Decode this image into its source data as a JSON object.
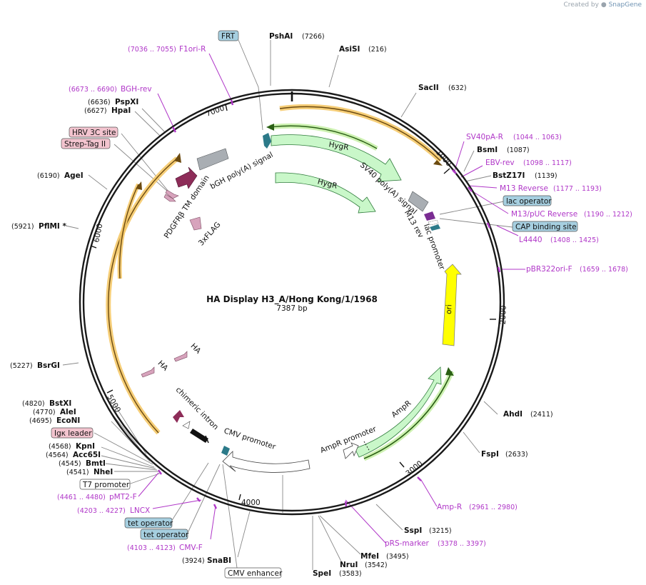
{
  "credit": {
    "created_by": "Created by",
    "brand": "SnapGene"
  },
  "plasmid": {
    "name": "HA Display H3_A/Hong Kong/1/1968",
    "length": "7387 bp"
  },
  "ticks": [
    "1000",
    "2000",
    "3000",
    "4000",
    "5000",
    "6000",
    "7000"
  ],
  "sites": [
    {
      "name": "PshAI",
      "pos": "(7266)"
    },
    {
      "name": "AsiSI",
      "pos": "(216)"
    },
    {
      "name": "SacII",
      "pos": "(632)"
    },
    {
      "name": "BsmI",
      "pos": "(1087)"
    },
    {
      "name": "BstZ17I",
      "pos": "(1139)"
    },
    {
      "name": "AhdI",
      "pos": "(2411)"
    },
    {
      "name": "FspI",
      "pos": "(2633)"
    },
    {
      "name": "SspI",
      "pos": "(3215)"
    },
    {
      "name": "MfeI",
      "pos": "(3495)"
    },
    {
      "name": "NruI",
      "pos": "(3542)"
    },
    {
      "name": "SpeI",
      "pos": "(3583)"
    },
    {
      "name": "SnaBI",
      "pos": "(3924)"
    },
    {
      "name": "BsrGI",
      "pos": "(5227)"
    },
    {
      "name": "PflMI *",
      "pos": "(5921)"
    },
    {
      "name": "AgeI",
      "pos": "(6190)"
    },
    {
      "name": "PspXI",
      "pos": "(6636)"
    },
    {
      "name": "HpaI",
      "pos": "(6627)"
    },
    {
      "name": "BstXI",
      "pos": "(4820)"
    },
    {
      "name": "AleI",
      "pos": "(4770)"
    },
    {
      "name": "EcoNI",
      "pos": "(4695)"
    },
    {
      "name": "KpnI",
      "pos": "(4568)"
    },
    {
      "name": "Acc65I",
      "pos": "(4564)"
    },
    {
      "name": "BmtI",
      "pos": "(4545)"
    },
    {
      "name": "NheI",
      "pos": "(4541)"
    }
  ],
  "primers": [
    {
      "name": "F1ori-R",
      "pos": "(7036 .. 7055)"
    },
    {
      "name": "BGH-rev",
      "pos": "(6673 .. 6690)"
    },
    {
      "name": "SV40pA-R",
      "pos": "(1044 .. 1063)"
    },
    {
      "name": "EBV-rev",
      "pos": "(1098 .. 1117)"
    },
    {
      "name": "M13 Reverse",
      "pos": "(1177 .. 1193)"
    },
    {
      "name": "M13/pUC Reverse",
      "pos": "(1190 .. 1212)"
    },
    {
      "name": "L4440",
      "pos": "(1408 .. 1425)"
    },
    {
      "name": "pBR322ori-F",
      "pos": "(1659 .. 1678)"
    },
    {
      "name": "Amp-R",
      "pos": "(2961 .. 2980)"
    },
    {
      "name": "pRS-marker",
      "pos": "(3378 .. 3397)"
    },
    {
      "name": "CMV-F",
      "pos": "(4103 .. 4123)"
    },
    {
      "name": "LNCX",
      "pos": "(4203 .. 4227)"
    },
    {
      "name": "pMT2-F",
      "pos": "(4461 .. 4480)"
    }
  ],
  "boxes": [
    {
      "label": "FRT",
      "color": "#a6cfe0"
    },
    {
      "label": "HRV 3C site",
      "color": "#f3c4cf"
    },
    {
      "label": "Strep-Tag II",
      "color": "#f3c4cf"
    },
    {
      "label": "lac operator",
      "color": "#a6cfe0"
    },
    {
      "label": "CAP binding site",
      "color": "#a6cfe0"
    },
    {
      "label": "Igκ leader",
      "color": "#f3c4cf"
    },
    {
      "label": "T7 promoter",
      "color": "#ffffff"
    },
    {
      "label": "tet operator",
      "color": "#a6cfe0"
    },
    {
      "label": "tet operator",
      "color": "#a6cfe0"
    },
    {
      "label": "CMV enhancer",
      "color": "#ffffff"
    }
  ],
  "features": {
    "hygr_outer": "HygR",
    "hygr_inner": "HygR",
    "sv40": "SV40 poly(A) signal",
    "m13rev": "M13 rev",
    "lac_promoter": "lac promoter",
    "ori": "ori",
    "ampr": "AmpR",
    "ampr_promoter": "AmpR promoter",
    "cmv_promoter": "CMV promoter",
    "chimeric_intron": "chimeric intron",
    "ha1": "HA",
    "ha2": "HA",
    "pdgfr": "PDGFRβ TM domain",
    "bgh": "bGH poly(A) signal",
    "flag": "3xFLAG"
  },
  "colors": {
    "backbone": "#1a1a1a",
    "hygr": "#c9f7c9",
    "ori": "#ffff00",
    "orf_highlight": "#f5c969",
    "primer": "#b037c8",
    "tag": "#d7a3bc",
    "dark_tag": "#8d2c58",
    "promoter": "#ffffff",
    "lac": "#2c7a89",
    "grey_feature": "#a9aeb3"
  }
}
